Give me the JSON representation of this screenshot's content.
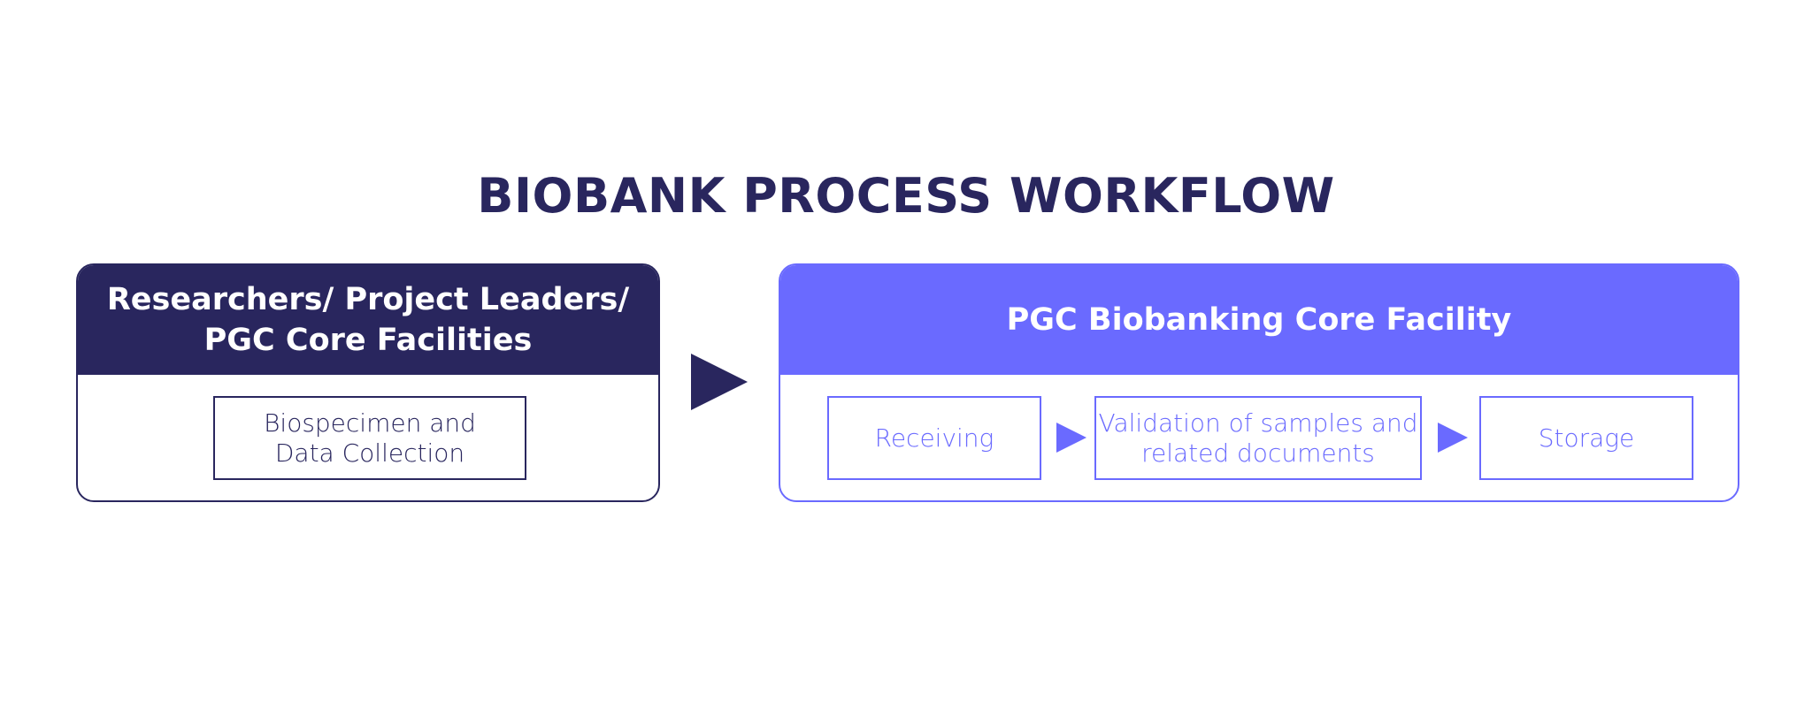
{
  "title": "BIOBANK PROCESS WORKFLOW",
  "colors": {
    "dark": "#29265e",
    "accent": "#6a6aff",
    "background": "#ffffff"
  },
  "left_panel": {
    "header": "Researchers/ Project Leaders/\nPGC Core Facilities",
    "steps": [
      "Biospecimen and\nData Collection"
    ]
  },
  "right_panel": {
    "header": "PGC Biobanking Core Facility",
    "steps": [
      "Receiving",
      "Validation of samples and\nrelated documents",
      "Storage"
    ]
  },
  "connectors": [
    "arrow-right",
    "arrow-right",
    "arrow-right"
  ]
}
